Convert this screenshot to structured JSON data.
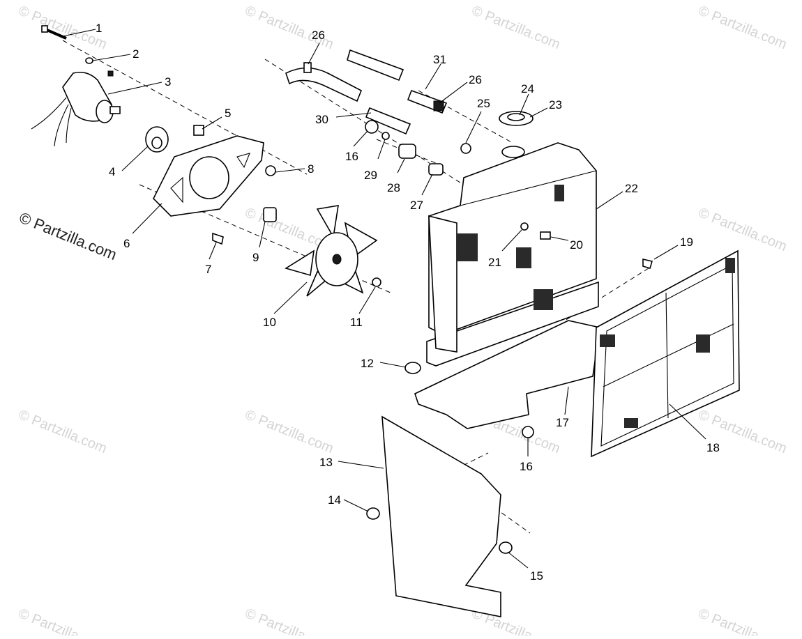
{
  "diagram": {
    "brand_label": "© Partzilla.com",
    "watermark_text": "© Partzilla.com",
    "callouts": [
      {
        "id": "1",
        "text": "1"
      },
      {
        "id": "2",
        "text": "2"
      },
      {
        "id": "3",
        "text": "3"
      },
      {
        "id": "4",
        "text": "4"
      },
      {
        "id": "5",
        "text": "5"
      },
      {
        "id": "6",
        "text": "6"
      },
      {
        "id": "7",
        "text": "7"
      },
      {
        "id": "8",
        "text": "8"
      },
      {
        "id": "9",
        "text": "9"
      },
      {
        "id": "10",
        "text": "10"
      },
      {
        "id": "11",
        "text": "11"
      },
      {
        "id": "12",
        "text": "12"
      },
      {
        "id": "13",
        "text": "13"
      },
      {
        "id": "14",
        "text": "14"
      },
      {
        "id": "15",
        "text": "15"
      },
      {
        "id": "16a",
        "text": "16"
      },
      {
        "id": "16b",
        "text": "16"
      },
      {
        "id": "17",
        "text": "17"
      },
      {
        "id": "18",
        "text": "18"
      },
      {
        "id": "19",
        "text": "19"
      },
      {
        "id": "20",
        "text": "20"
      },
      {
        "id": "21",
        "text": "21"
      },
      {
        "id": "22",
        "text": "22"
      },
      {
        "id": "23",
        "text": "23"
      },
      {
        "id": "24",
        "text": "24"
      },
      {
        "id": "25",
        "text": "25"
      },
      {
        "id": "26a",
        "text": "26"
      },
      {
        "id": "26b",
        "text": "26"
      },
      {
        "id": "27",
        "text": "27"
      },
      {
        "id": "28",
        "text": "28"
      },
      {
        "id": "29",
        "text": "29"
      },
      {
        "id": "30",
        "text": "30"
      },
      {
        "id": "31",
        "text": "31"
      }
    ]
  }
}
